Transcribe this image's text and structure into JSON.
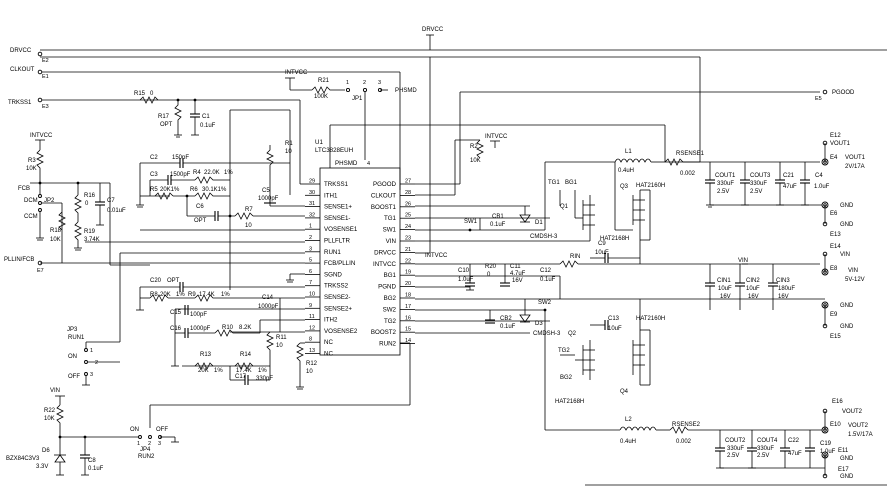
{
  "nets": {
    "drvcc_top": "DRVCC",
    "drvcc": "DRVCC",
    "clkout": "CLKOUT",
    "trkss1": "TRKSS1",
    "intvcc_a": "INTVCC",
    "intvcc_b": "INTVCC",
    "intvcc_c": "INTVCC",
    "intvcc_d": "INTVCC",
    "fcb": "FCB",
    "pllinfcb": "PLLIN/FCB",
    "pgood": "PGOOD",
    "vin_a": "VIN",
    "vin_b": "VIN",
    "phsmd": "PHSMD"
  },
  "connectors": {
    "e2": "E2",
    "e1": "E1",
    "e3": "E3",
    "e7": "E7",
    "e5": "E5",
    "e12": "E12",
    "e4": "E4",
    "e6": "E6",
    "e13": "E13",
    "e14": "E14",
    "e8": "E8",
    "e9": "E9",
    "e15": "E15",
    "e16": "E16",
    "e10": "E10",
    "e11": "E11",
    "e17": "E17",
    "vout1_a": "VOUT1",
    "vout1_b": "VOUT1",
    "vout1_spec": "2V/17A",
    "gnd_e6": "GND",
    "gnd_e13": "GND",
    "vin_e14": "VIN",
    "vin_e8": "VIN",
    "vin_spec": "5V-12V",
    "gnd_e9": "GND",
    "gnd_e15": "GND",
    "vout2_a": "VOUT2",
    "vout2_b": "VOUT2",
    "vout2_spec": "1.5V/17A",
    "gnd_e11": "GND",
    "gnd_e17": "GND"
  },
  "ic": {
    "ref": "U1",
    "part": "LTC3828EUH",
    "top_label": "PHSMD",
    "top_pin": "4",
    "left_pins": [
      {
        "num": "29",
        "name": "TRKSS1"
      },
      {
        "num": "30",
        "name": "ITH1"
      },
      {
        "num": "31",
        "name": "SENSE1+"
      },
      {
        "num": "32",
        "name": "SENSE1-"
      },
      {
        "num": "1",
        "name": "VOSENSE1"
      },
      {
        "num": "2",
        "name": "PLLFLTR"
      },
      {
        "num": "3",
        "name": "RUN1"
      },
      {
        "num": "5",
        "name": "FCB/PLLIN"
      },
      {
        "num": "6",
        "name": "SGND"
      },
      {
        "num": "7",
        "name": "TRKSS2"
      },
      {
        "num": "10",
        "name": "SENSE2-"
      },
      {
        "num": "9",
        "name": "SENSE2+"
      },
      {
        "num": "11",
        "name": "ITH2"
      },
      {
        "num": "12",
        "name": "VOSENSE2"
      },
      {
        "num": "8",
        "name": "NC"
      },
      {
        "num": "13",
        "name": "NC"
      }
    ],
    "right_pins": [
      {
        "num": "27",
        "name": "PGOOD"
      },
      {
        "num": "28",
        "name": "CLKOUT"
      },
      {
        "num": "26",
        "name": "BOOST1"
      },
      {
        "num": "25",
        "name": "TG1"
      },
      {
        "num": "24",
        "name": "SW1"
      },
      {
        "num": "23",
        "name": "VIN"
      },
      {
        "num": "21",
        "name": "DRVCC"
      },
      {
        "num": "22",
        "name": "INTVCC"
      },
      {
        "num": "19",
        "name": "BG1"
      },
      {
        "num": "20",
        "name": "PGND"
      },
      {
        "num": "18",
        "name": "BG2"
      },
      {
        "num": "17",
        "name": "SW2"
      },
      {
        "num": "16",
        "name": "TG2"
      },
      {
        "num": "15",
        "name": "BOOST2"
      },
      {
        "num": "14",
        "name": "RUN2"
      }
    ]
  },
  "parts": {
    "r15": "R15",
    "r15v": "0",
    "r17": "R17",
    "r17v": "OPT",
    "c1": "C1",
    "c1v": "0.1uF",
    "r21": "R21",
    "r21v": "100K",
    "jp1": "JP1",
    "r1": "R1",
    "r1v": "10",
    "r2": "R2",
    "r2v": "10K",
    "c2": "C2",
    "c2v": "150pF",
    "c3": "C3",
    "c3v": "1500pF",
    "r4": "R4",
    "r4v": "22.0K",
    "r4t": "1%",
    "r5": "R5",
    "r5v": "20K1%",
    "r6": "R6",
    "r6v": "30.1K1%",
    "c5": "C5",
    "c5v": "1000pF",
    "c6": "C6",
    "c6v": "OPT",
    "r7": "R7",
    "r7v": "10",
    "r3": "R3",
    "r3v": "10K",
    "r16": "R16",
    "r16v": "0",
    "c7": "C7",
    "c7v": "0.01uF",
    "jp2": "JP2",
    "jp2_dcm": "DCM",
    "jp2_ccm": "CCM",
    "r18": "R18",
    "r18v": "10K",
    "r19": "R19",
    "r19v": "3.74K",
    "c20": "C20",
    "c20v": "OPT",
    "r8": "R8",
    "r8v": "20K",
    "r8t": "1%",
    "r9": "R9",
    "r9v": "17.4K",
    "r9t": "1%",
    "c14": "C14",
    "c14v": "1000pF",
    "c15": "C15",
    "c15v": "100pF",
    "c16": "C16",
    "c16v": "1000pF",
    "r10": "R10",
    "r10v": "8.2K",
    "r11": "R11",
    "r11v": "10",
    "r12": "R12",
    "r12v": "10",
    "r13": "R13",
    "r13v": "20K",
    "r13t": "1%",
    "r14": "R14",
    "r14v": "17.4K",
    "r14t": "1%",
    "c17": "C17",
    "c17v": "330pF",
    "jp3": "JP3",
    "jp3_name": "RUN1",
    "jp3_on": "ON",
    "jp3_off": "OFF",
    "jp4": "JP4",
    "jp4_name": "RUN2",
    "jp4_on": "ON",
    "jp4_off": "OFF",
    "r22": "R22",
    "r22v": "10K",
    "d6": "D6",
    "d6v": "BZX84C3V3",
    "d6v2": "3.3V",
    "c8": "C8",
    "c8v": "0.1uF",
    "l1": "L1",
    "l1v": "0.4uH",
    "rsense1": "RSENSE1",
    "rsense1v": "0.002",
    "tg1": "TG1",
    "bg1": "BG1",
    "q1": "Q1",
    "q3": "Q3",
    "q3v": "HAT2160H",
    "q1v": "HAT2168H",
    "sw1": "SW1",
    "cb1": "CB1",
    "cb1v": "0.1uF",
    "d1": "D1",
    "d1v": "CMDSH-3",
    "c9": "C9",
    "c9v": "10uF",
    "rin": "RIN",
    "c10": "C10",
    "c10v": "1.0uF",
    "r20": "R20",
    "r20v": "0",
    "c11": "C11",
    "c11v": "4.7uF",
    "c11v2": "16V",
    "c12": "C12",
    "c12v": "0.1uF",
    "cout1": "COUT1",
    "cout1v": "330uF",
    "cout1v2": "2.5V",
    "cout3": "COUT3",
    "cout3v": "330uF",
    "cout3v2": "2.5V",
    "c21": "C21",
    "c21v": "47uF",
    "c4": "C4",
    "c4v": "1.0uF",
    "cin1": "CIN1",
    "cin1v": "10uF",
    "cin1v2": "16V",
    "cin2": "CIN2",
    "cin2v": "10uF",
    "cin2v2": "16V",
    "cin3": "CIN3",
    "cin3v": "180uF",
    "cin3v2": "16V",
    "sw2": "SW2",
    "cb2": "CB2",
    "cb2v": "0.1uF",
    "d3": "D3",
    "d3v": "CMDSH-3",
    "c13": "C13",
    "c13v": "10uF",
    "q2": "Q2",
    "q4": "Q4",
    "q4v": "HAT2160H",
    "q2v": "HAT2168H",
    "tg2": "TG2",
    "bg2": "BG2",
    "l2": "L2",
    "l2v": "0.4uH",
    "rsense2": "RSENSE2",
    "rsense2v": "0.002",
    "cout2": "COUT2",
    "cout2v": "330uF",
    "cout2v2": "2.5V",
    "cout4": "COUT4",
    "cout4v": "330uF",
    "cout4v2": "2.5V",
    "c22": "C22",
    "c22v": "47uF",
    "c19": "C19",
    "c19v": "1.0uF"
  }
}
